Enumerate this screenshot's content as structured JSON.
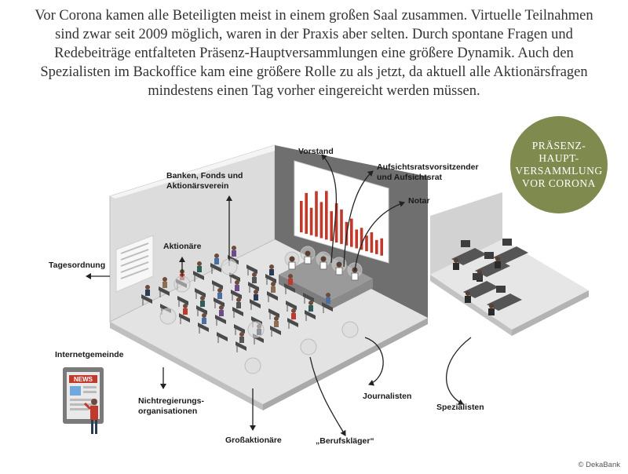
{
  "intro": {
    "lines": [
      "Vor Corona kamen alle Beteiligten meist in einem großen Saal zusammen. Virtuelle Teilnahmen",
      "sind zwar seit 2009 möglich, waren in der Praxis aber selten. Durch spontane Fragen und",
      "Redebeiträge entfalteten Präsenz-Hauptversammlungen eine größere Dynamik. Auch den",
      "Spezialisten im Backoffice kam eine größere Rolle zu als jetzt, da aktuell alle Aktionärsfragen",
      "mindestens einen Tag vorher eingereicht werden müssen."
    ]
  },
  "badge": {
    "lines": [
      "PRÄSENZ-",
      "HAUPT-",
      "VERSAMMLUNG",
      "VOR CORONA"
    ]
  },
  "labels": {
    "vorstand": "Vorstand",
    "banken": [
      "Banken, Fonds und",
      "Aktionärsverein"
    ],
    "aufsicht": [
      "Aufsichtsratsvorsitzender",
      "und Aufsichtsrat"
    ],
    "notar": "Notar",
    "aktionaere": "Aktionäre",
    "tagesordnung": "Tagesordnung",
    "internet": "Internetgemeinde",
    "ngo": [
      "Nichtregierungs-",
      "organisationen"
    ],
    "grossaktionaere": "Großaktionäre",
    "berufsklaeger": "„Berufskläger“",
    "journalisten": "Journalisten",
    "spezialisten": "Spezialisten"
  },
  "screen": {
    "news_label": "NEWS"
  },
  "copyright": "© DekaBank",
  "colors": {
    "badge": "#7f8a4e",
    "bars": "#c0392b",
    "wall": "#6e6e6e",
    "floor": "#e6e6e6"
  }
}
